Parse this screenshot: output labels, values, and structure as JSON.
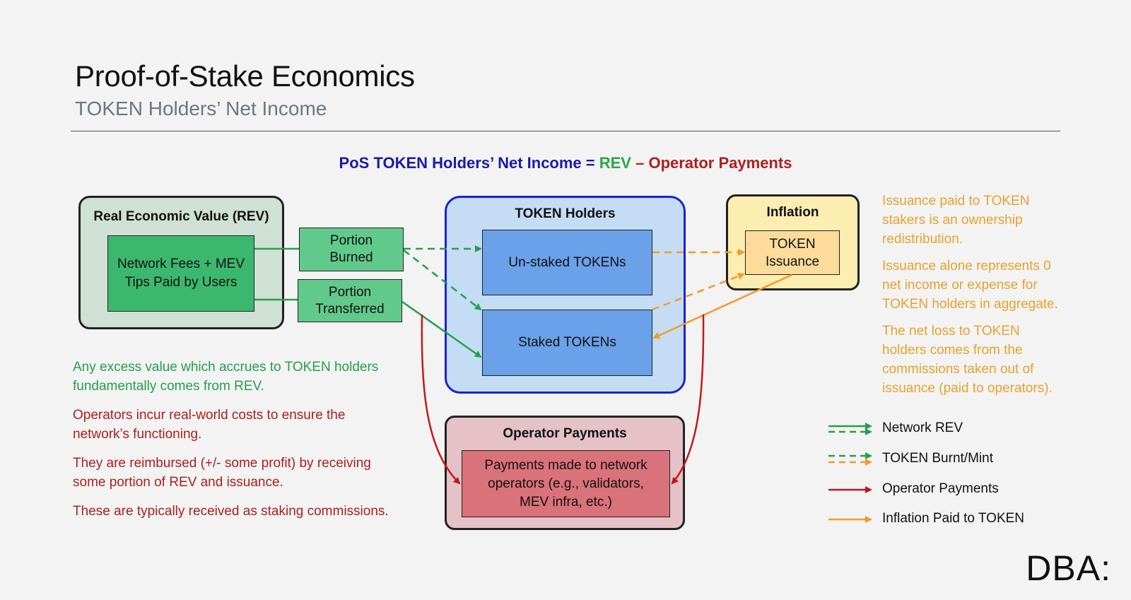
{
  "header": {
    "title": "Proof-of-Stake Economics",
    "subtitle": "TOKEN Holders’ Net Income"
  },
  "equation": {
    "part1": "PoS TOKEN Holders’ Net Income = ",
    "part2": "REV",
    "part3": " – Operator Payments"
  },
  "nodes": {
    "rev_container": "Real Economic Value (REV)",
    "rev_inner_line1": "Network Fees + MEV",
    "rev_inner_line2": "Tips Paid by Users",
    "burned_line1": "Portion",
    "burned_line2": "Burned",
    "transferred_line1": "Portion",
    "transferred_line2": "Transferred",
    "holders_container": "TOKEN Holders",
    "unstaked": "Un-staked TOKENs",
    "staked": "Staked TOKENs",
    "inflation_container": "Inflation",
    "issuance_line1": "TOKEN",
    "issuance_line2": "Issuance",
    "operator_container": "Operator Payments",
    "operator_line1": "Payments made to network",
    "operator_line2": "operators (e.g., validators,",
    "operator_line3": "MEV infra, etc.)"
  },
  "left_notes": {
    "green_line1": "Any excess value which accrues to TOKEN holders",
    "green_line2": "fundamentally comes from REV.",
    "red1_line1": "Operators incur real-world costs to ensure the",
    "red1_line2": "network’s functioning.",
    "red2_line1": "They are reimbursed (+/- some profit) by receiving",
    "red2_line2": "some portion of REV and issuance.",
    "red3_line1": "These are typically received as staking commissions."
  },
  "right_notes": {
    "n1_line1": "Issuance paid to TOKEN",
    "n1_line2": "stakers is an ownership",
    "n1_line3": "redistribution.",
    "n2_line1": "Issuance alone represents 0",
    "n2_line2": "net income or expense for",
    "n2_line3": "TOKEN holders in aggregate.",
    "n3_line1": "The net loss to TOKEN",
    "n3_line2": "holders comes from the",
    "n3_line3": "commissions taken out of",
    "n3_line4": "issuance (paid to operators)."
  },
  "legend": [
    {
      "label": "Network REV",
      "color": "#25a04a",
      "style": "solid-and-dashed"
    },
    {
      "label": "TOKEN Burnt/Mint",
      "color": "#25a04a",
      "style": "dashed-green-orange"
    },
    {
      "label": "Operator Payments",
      "color": "#b01e1e",
      "style": "solid"
    },
    {
      "label": "Inflation Paid to TOKEN",
      "color": "#f39a2b",
      "style": "solid"
    }
  ],
  "logo": "DBA:",
  "colors": {
    "green": "#25a04a",
    "orange": "#f39a2b",
    "red": "#b01e1e",
    "blue": "#1b22d4"
  }
}
